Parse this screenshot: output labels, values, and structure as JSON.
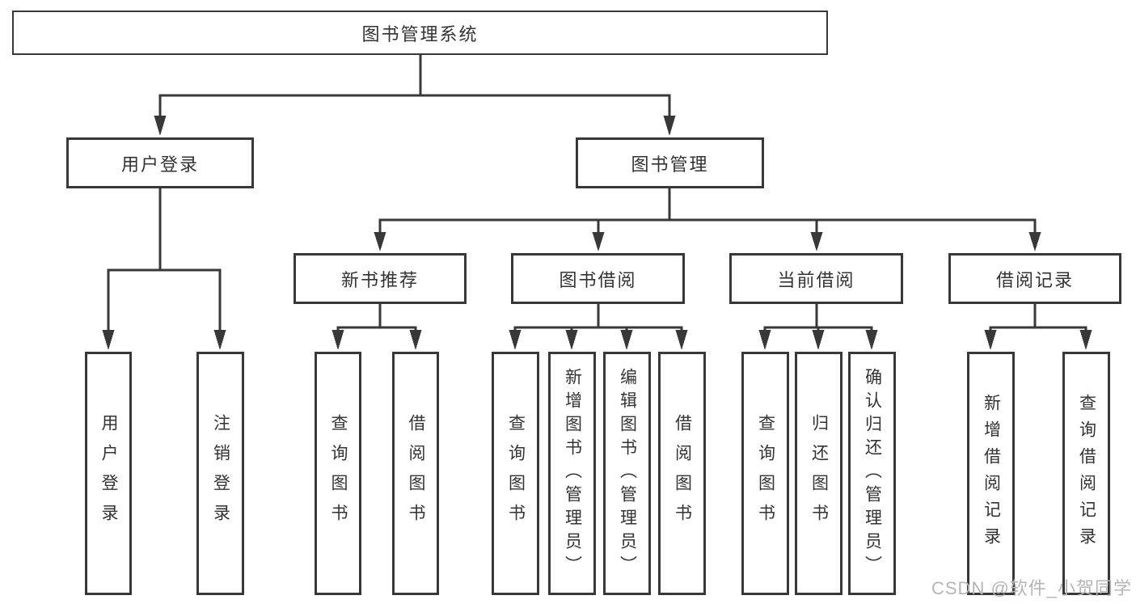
{
  "title": "图书管理系统",
  "watermark": "CSDN @软件_小贺同学",
  "colors": {
    "line": "#383838",
    "text": "#333333",
    "background": "#ffffff",
    "watermark": "#b5b5b5"
  },
  "tree": {
    "root": {
      "label": "图书管理系统"
    },
    "branches": [
      {
        "label": "用户登录",
        "children": [
          {
            "label": "用户登录"
          },
          {
            "label": "注销登录"
          }
        ]
      },
      {
        "label": "图书管理",
        "children": [
          {
            "label": "新书推荐",
            "children": [
              {
                "label": "查询图书"
              },
              {
                "label": "借阅图书"
              }
            ]
          },
          {
            "label": "图书借阅",
            "children": [
              {
                "label": "查询图书"
              },
              {
                "label": "新增图书（管理员）"
              },
              {
                "label": "编辑图书（管理员）"
              },
              {
                "label": "借阅图书"
              }
            ]
          },
          {
            "label": "当前借阅",
            "children": [
              {
                "label": "查询图书"
              },
              {
                "label": "归还图书"
              },
              {
                "label": "确认归还（管理员）"
              }
            ]
          },
          {
            "label": "借阅记录",
            "children": [
              {
                "label": "新增借阅记录"
              },
              {
                "label": "查询借阅记录"
              }
            ]
          }
        ]
      }
    ]
  }
}
